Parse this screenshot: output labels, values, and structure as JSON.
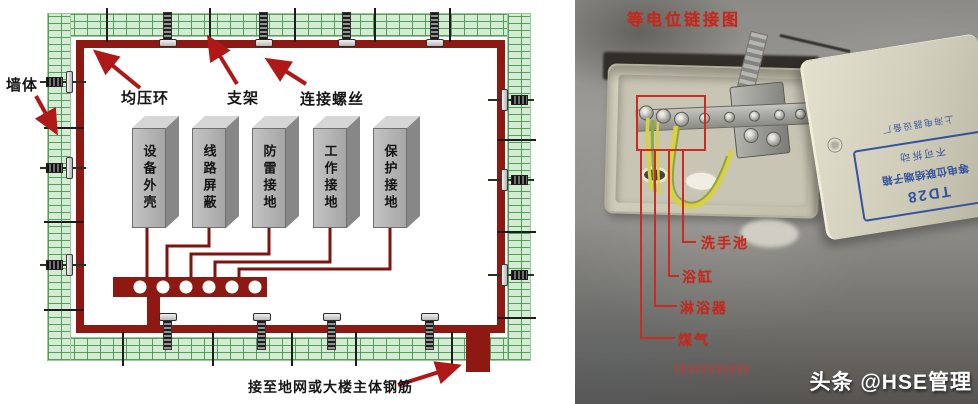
{
  "diagram": {
    "labels": {
      "wall": "墙体",
      "ring": "均压环",
      "bracket": "支架",
      "screws": "连接螺丝",
      "ground_note": "接至地网或大楼主体钢筋"
    },
    "boxes": [
      "设备外壳",
      "线路屏蔽",
      "防雷接地",
      "工作接地",
      "保护接地"
    ],
    "colors": {
      "ring": "#8e1812",
      "arrow": "#b01818",
      "brick_line": "#3e9246",
      "box_front": "#b4b4b4"
    }
  },
  "photo": {
    "title": "等电位链接图",
    "labels": [
      "洗手池",
      "浴缸",
      "淋浴器",
      "煤气"
    ],
    "cover_label": {
      "model": "TD28",
      "product": "等电位联结端子箱",
      "warning": "不可拆动",
      "maker": "上海电器设备厂"
    },
    "colors": {
      "annotation": "#c5281c",
      "cover_text": "#35539e"
    }
  },
  "footer": {
    "watermark": "头条 @HSE管理"
  }
}
